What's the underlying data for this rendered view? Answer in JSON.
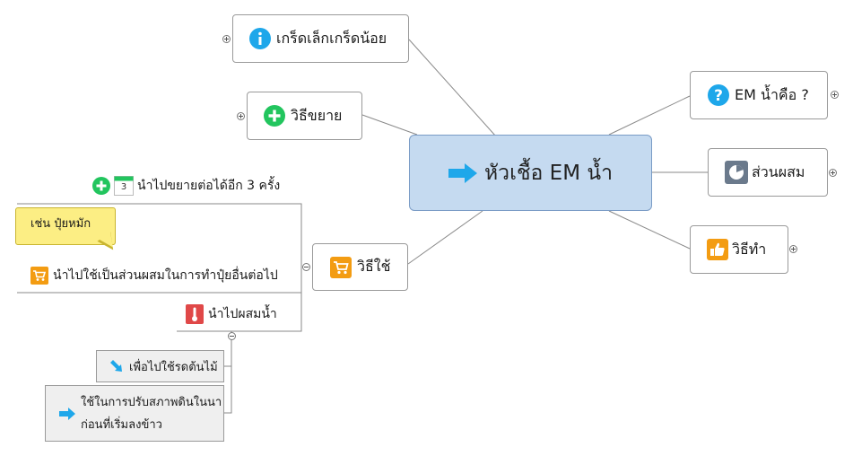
{
  "central": {
    "label": "หัวเชื้อ EM น้ำ",
    "icon": "arrow-right-icon"
  },
  "topics": {
    "grade": {
      "label": "เกร็ดเล็กเกร็ดน้อย",
      "icon": "info-icon"
    },
    "expand": {
      "label": "วิธีขยาย",
      "icon": "plus-circle-icon"
    },
    "use": {
      "label": "วิธีใช้",
      "icon": "shopping-cart-icon"
    },
    "what": {
      "label": "EM น้ำคือ ?",
      "icon": "question-icon"
    },
    "ingredients": {
      "label": "ส่วนผสม",
      "icon": "pie-chart-icon"
    },
    "method": {
      "label": "วิธีทำ",
      "icon": "thumbs-up-icon"
    }
  },
  "use_children": {
    "repeat": {
      "label": "นำไปขยายต่อได้อีก 3 ครั้ง",
      "calendar_number": "3"
    },
    "compost": {
      "label": "นำไปใช้เป็นส่วนผสมในการทำปุ๋ยอื่นต่อไป"
    },
    "callout": {
      "label": "เช่น ปุ๋ยหมัก"
    },
    "mix_water": {
      "label": "นำไปผสมน้ำ"
    }
  },
  "mix_children": {
    "water_plants": {
      "label": "เพื่อไปใช้รดต้นไม้"
    },
    "soil_line1": "ใช้ในการปรับสภาพดินในนา",
    "soil_line2": "ก่อนที่เริ่มลงข้าว"
  },
  "colors": {
    "central_bg": "#c5daf0",
    "callout_bg": "#fcee84",
    "note_bg": "#efefef",
    "line": "#8a8a8a"
  }
}
